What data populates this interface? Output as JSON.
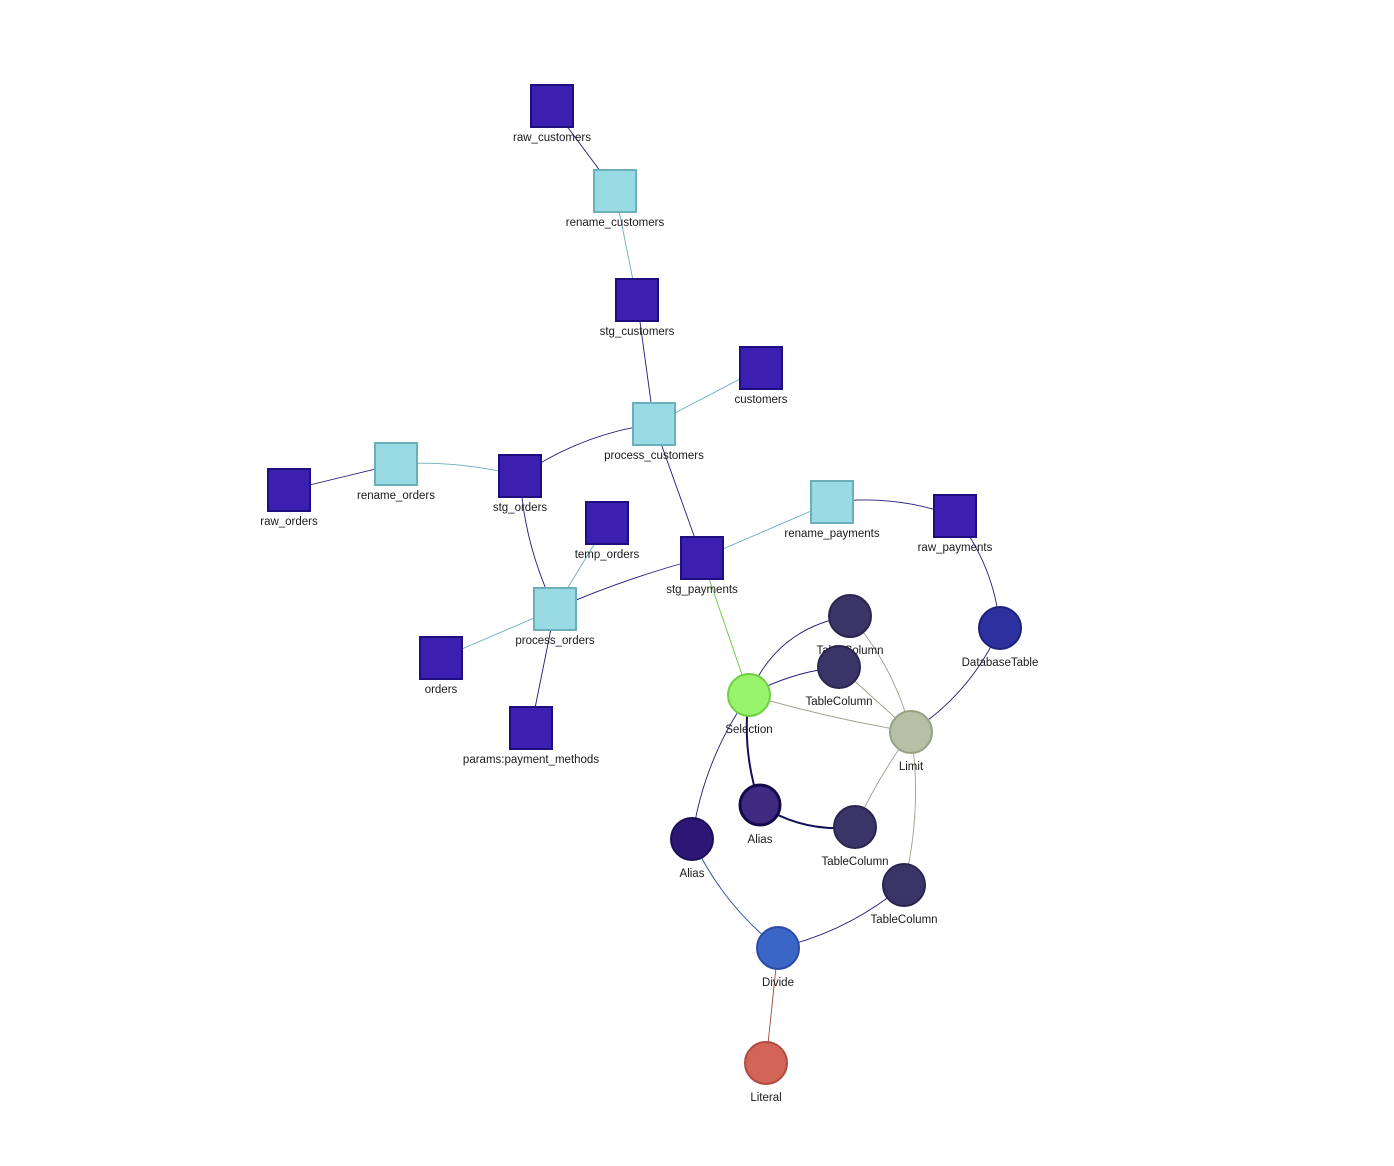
{
  "colors": {
    "dataset_node": "#3a1fb0",
    "dataset_stroke": "#1e0e80",
    "step_node": "#99dbe4",
    "step_stroke": "#6aafba",
    "column_node": "#3b3466",
    "selection_node": "#98f46a",
    "limit_node": "#b6c0a6",
    "table_node": "#2d319f",
    "alias_node": "#2d1775",
    "alias_highlight_node": "#3f2a82",
    "divide_node": "#3a66c8",
    "literal_node": "#d26558"
  },
  "nodes": [
    {
      "id": "raw_customers",
      "label": "raw_customers",
      "shape": "square",
      "kind": "dataset"
    },
    {
      "id": "rename_customers",
      "label": "rename_customers",
      "shape": "square",
      "kind": "step"
    },
    {
      "id": "stg_customers",
      "label": "stg_customers",
      "shape": "square",
      "kind": "dataset"
    },
    {
      "id": "customers",
      "label": "customers",
      "shape": "square",
      "kind": "dataset"
    },
    {
      "id": "process_customers",
      "label": "process_customers",
      "shape": "square",
      "kind": "step"
    },
    {
      "id": "raw_orders",
      "label": "raw_orders",
      "shape": "square",
      "kind": "dataset"
    },
    {
      "id": "rename_orders",
      "label": "rename_orders",
      "shape": "square",
      "kind": "step"
    },
    {
      "id": "stg_orders",
      "label": "stg_orders",
      "shape": "square",
      "kind": "dataset"
    },
    {
      "id": "temp_orders",
      "label": "temp_orders",
      "shape": "square",
      "kind": "dataset"
    },
    {
      "id": "rename_payments",
      "label": "rename_payments",
      "shape": "square",
      "kind": "step"
    },
    {
      "id": "raw_payments",
      "label": "raw_payments",
      "shape": "square",
      "kind": "dataset"
    },
    {
      "id": "stg_payments",
      "label": "stg_payments",
      "shape": "square",
      "kind": "dataset"
    },
    {
      "id": "process_orders",
      "label": "process_orders",
      "shape": "square",
      "kind": "step"
    },
    {
      "id": "orders",
      "label": "orders",
      "shape": "square",
      "kind": "dataset"
    },
    {
      "id": "params_payment_methods",
      "label": "params:payment_methods",
      "shape": "square",
      "kind": "dataset"
    },
    {
      "id": "tc1",
      "label": "TableColumn",
      "shape": "circle",
      "kind": "column"
    },
    {
      "id": "tc2",
      "label": "TableColumn",
      "shape": "circle",
      "kind": "column"
    },
    {
      "id": "database_table",
      "label": "DatabaseTable",
      "shape": "circle",
      "kind": "table"
    },
    {
      "id": "selection",
      "label": "Selection",
      "shape": "circle",
      "kind": "selection"
    },
    {
      "id": "limit",
      "label": "Limit",
      "shape": "circle",
      "kind": "limit"
    },
    {
      "id": "alias1",
      "label": "Alias",
      "shape": "circle",
      "kind": "alias_highlight"
    },
    {
      "id": "tc3",
      "label": "TableColumn",
      "shape": "circle",
      "kind": "column"
    },
    {
      "id": "alias2",
      "label": "Alias",
      "shape": "circle",
      "kind": "alias"
    },
    {
      "id": "tc4",
      "label": "TableColumn",
      "shape": "circle",
      "kind": "column"
    },
    {
      "id": "divide",
      "label": "Divide",
      "shape": "circle",
      "kind": "divide"
    },
    {
      "id": "literal",
      "label": "Literal",
      "shape": "circle",
      "kind": "literal"
    }
  ],
  "edges": [
    {
      "from": "raw_customers",
      "to": "rename_customers",
      "color": "#1e1a7a"
    },
    {
      "from": "rename_customers",
      "to": "stg_customers",
      "color": "#6aafba"
    },
    {
      "from": "stg_customers",
      "to": "process_customers",
      "color": "#1e1a7a"
    },
    {
      "from": "process_customers",
      "to": "customers",
      "color": "#6aafba"
    },
    {
      "from": "stg_orders",
      "to": "process_customers",
      "color": "#1e1a7a"
    },
    {
      "from": "process_customers",
      "to": "stg_payments",
      "color": "#1e1a7a"
    },
    {
      "from": "raw_orders",
      "to": "rename_orders",
      "color": "#1e1a7a"
    },
    {
      "from": "rename_orders",
      "to": "stg_orders",
      "color": "#6aafba"
    },
    {
      "from": "stg_orders",
      "to": "process_orders",
      "color": "#1e1a7a"
    },
    {
      "from": "temp_orders",
      "to": "process_orders",
      "color": "#6aafba"
    },
    {
      "from": "process_orders",
      "to": "orders",
      "color": "#6aafba"
    },
    {
      "from": "process_orders",
      "to": "params_payment_methods",
      "color": "#1e1a7a"
    },
    {
      "from": "stg_payments",
      "to": "process_orders",
      "color": "#1e1a7a"
    },
    {
      "from": "rename_payments",
      "to": "stg_payments",
      "color": "#6aafba"
    },
    {
      "from": "rename_payments",
      "to": "raw_payments",
      "color": "#1e1a7a"
    },
    {
      "from": "raw_payments",
      "to": "database_table",
      "color": "#1e1a7a"
    },
    {
      "from": "database_table",
      "to": "limit",
      "color": "#1e1a7a"
    },
    {
      "from": "stg_payments",
      "to": "selection",
      "color": "#5fc63a"
    },
    {
      "from": "selection",
      "to": "tc1",
      "color": "#1e1a7a"
    },
    {
      "from": "selection",
      "to": "tc2",
      "color": "#1e1a7a"
    },
    {
      "from": "selection",
      "to": "limit",
      "color": "#9aa08c"
    },
    {
      "from": "selection",
      "to": "alias1",
      "color": "#14105a"
    },
    {
      "from": "selection",
      "to": "alias2",
      "color": "#1e1a7a"
    },
    {
      "from": "tc1",
      "to": "limit",
      "color": "#9aa08c"
    },
    {
      "from": "tc2",
      "to": "limit",
      "color": "#9aa08c"
    },
    {
      "from": "limit",
      "to": "tc3",
      "color": "#9aa08c"
    },
    {
      "from": "limit",
      "to": "tc4",
      "color": "#9aa08c"
    },
    {
      "from": "alias1",
      "to": "tc3",
      "color": "#14105a"
    },
    {
      "from": "alias2",
      "to": "divide",
      "color": "#2a4aa6"
    },
    {
      "from": "tc4",
      "to": "divide",
      "color": "#1e1a7a"
    },
    {
      "from": "divide",
      "to": "literal",
      "color": "#a3453a"
    }
  ]
}
